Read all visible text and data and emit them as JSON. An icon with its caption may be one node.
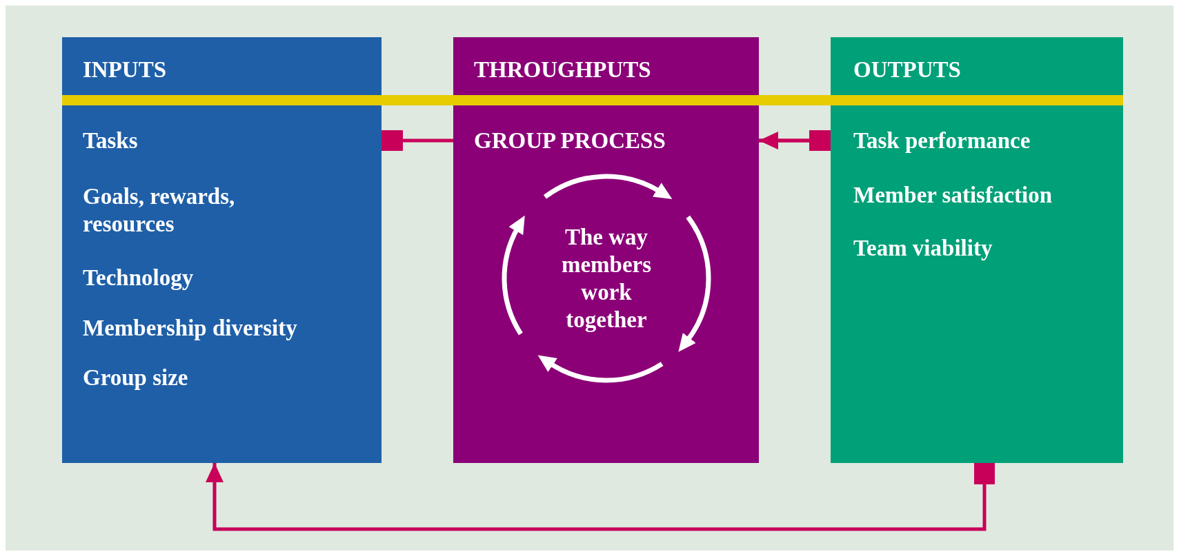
{
  "diagram": {
    "nodes": [
      {
        "text": [
          "INPUTS",
          "Tasks",
          "Goals, rewards, resources",
          "Technology",
          "Membership diversity",
          "Group size"
        ]
      },
      {
        "text": [
          "THROUGHPUTS",
          "GROUP PROCESS",
          "The way members work together"
        ]
      },
      {
        "text": [
          "OUTPUTS",
          "Task performance",
          "Member satisfaction",
          "Team viability"
        ]
      },
      {
        "text": [],
        "shape": "bar"
      }
    ],
    "edges": [
      {
        "from": 0,
        "to": 1,
        "arrow": "other"
      },
      {
        "from": 1,
        "to": 2,
        "arrow": "to"
      },
      {
        "from": 2,
        "to": 0,
        "arrow": "to"
      },
      {
        "from": 2,
        "to": 1,
        "arrow": "to"
      }
    ]
  }
}
